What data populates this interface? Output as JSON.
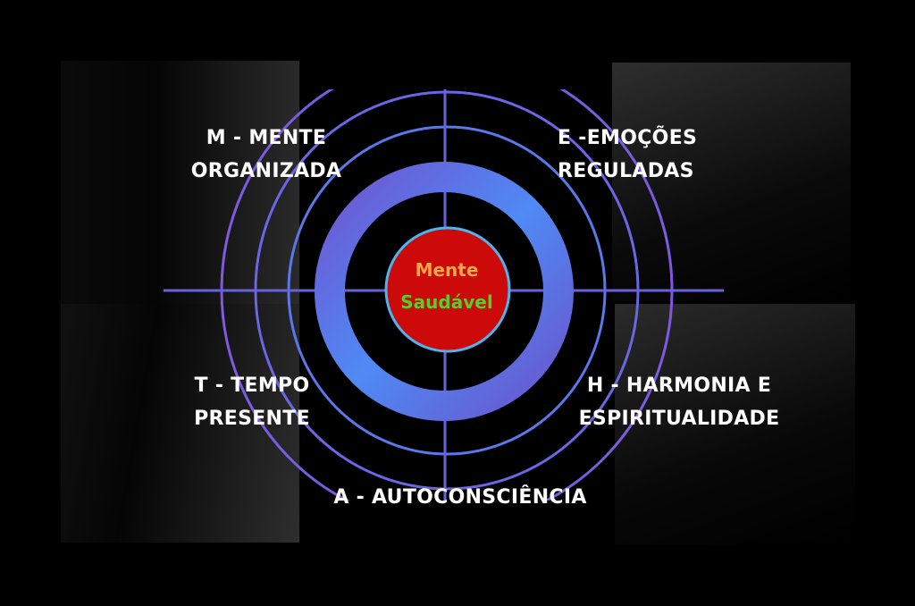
{
  "center": {
    "line1": "Mente",
    "line2": "Saudável"
  },
  "labels": {
    "m": {
      "line1": "M - MENTE",
      "line2": "ORGANIZADA"
    },
    "e": {
      "line1": "E -EMOÇÕES",
      "line2": "REGULADAS"
    },
    "t": {
      "line1": "T - TEMPO",
      "line2": "PRESENTE"
    },
    "h": {
      "line1": "H - HARMONIA E",
      "line2": "ESPIRITUALIDADE"
    },
    "a": {
      "line1": "A - AUTOCONSCIÊNCIA"
    }
  },
  "colors": {
    "center_fill": "#cc0a0a",
    "center_stroke": "#4fb3ee",
    "line1_text": "#f5a64a",
    "line2_text": "#5ccc2a",
    "ring": "#5b6fe8",
    "band_start": "#6a5ad6",
    "band_end": "#4f8cf5"
  }
}
